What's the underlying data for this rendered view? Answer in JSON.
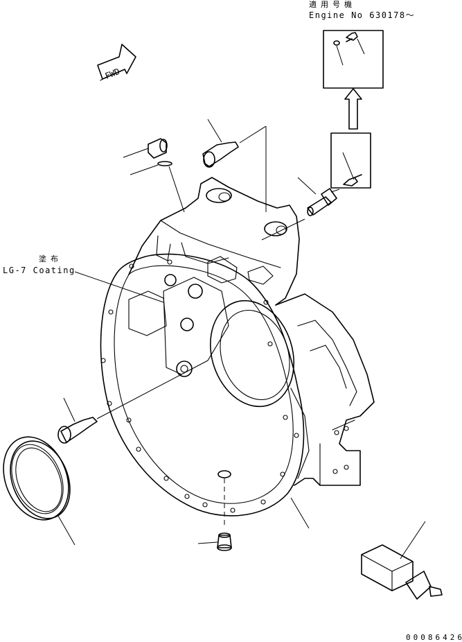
{
  "labels": {
    "applicable_jp": "適用号機",
    "engine_no": "Engine No 630178～",
    "fwd": "FWD",
    "coating_jp": "塗布",
    "coating": "LG-7 Coating",
    "drawing_code": "00086426"
  }
}
